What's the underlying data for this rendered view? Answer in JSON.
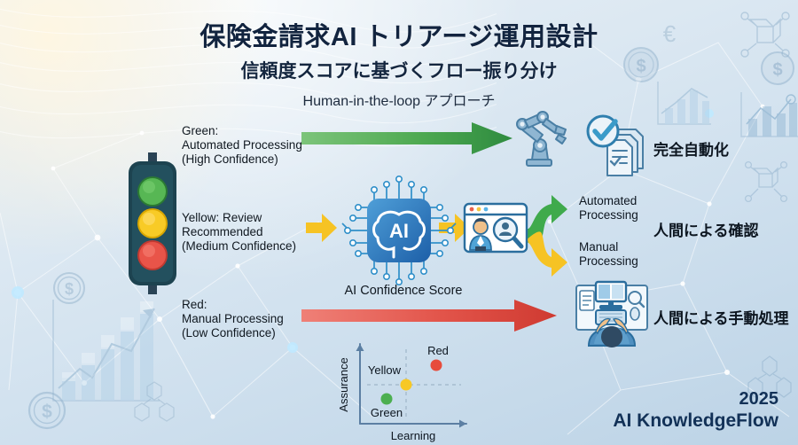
{
  "header": {
    "title": "保険金請求AI トリアージ運用設計",
    "subtitle": "信頼度スコアに基づくフロー振り分け",
    "approach": "Human-in-the-loop アプローチ"
  },
  "flows": {
    "green": {
      "label": "Green:\nAutomated Processing\n(High Confidence)",
      "outcome": "完全自動化",
      "color": "#3faa4c"
    },
    "yellow": {
      "label": "Yellow: Review\nRecommended\n(Medium Confidence)",
      "outcome": "人間による確認",
      "color": "#f6c324",
      "branch_top": "Automated\nProcessing",
      "branch_bottom": "Manual\nProcessing"
    },
    "red": {
      "label": "Red:\nManual Processing\n(Low Confidence)",
      "outcome": "人間による手動処理",
      "color": "#e0514a"
    }
  },
  "chip": {
    "badge": "AI",
    "caption": "AI Confidence Score"
  },
  "icons": {
    "traffic_light": "traffic-light-icon",
    "robot": "robot-arm-icon",
    "check_docs": "check-documents-icon",
    "review": "human-review-icon",
    "desk": "person-at-desk-icon"
  },
  "chart_data": {
    "type": "scatter",
    "title": "",
    "xlabel": "Learning",
    "ylabel": "Assurance",
    "xlim": [
      0,
      10
    ],
    "ylim": [
      0,
      10
    ],
    "grid": "dashed-quadrant",
    "points": [
      {
        "name": "Green",
        "x": 2.6,
        "y": 2.9,
        "color": "#4caf50",
        "label_pos": "below"
      },
      {
        "name": "Yellow",
        "x": 5.0,
        "y": 5.2,
        "color": "#f7c825",
        "label_pos": "above-left"
      },
      {
        "name": "Red",
        "x": 7.6,
        "y": 7.6,
        "color": "#e74c3c",
        "label_pos": "above"
      }
    ]
  },
  "footer": {
    "year": "2025",
    "brand": "AI KnowledgeFlow"
  }
}
